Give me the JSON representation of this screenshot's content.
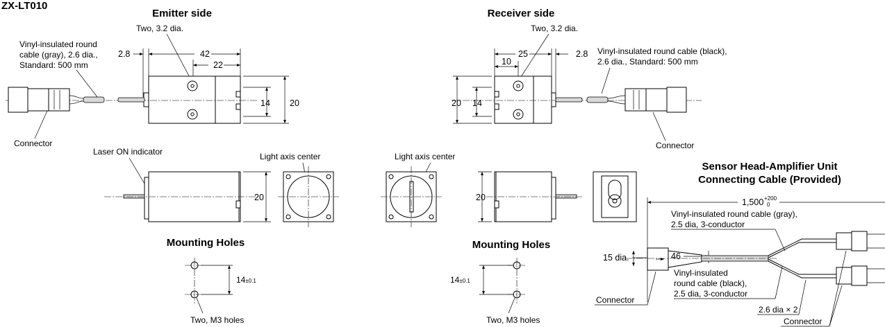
{
  "model": "ZX-LT010",
  "emitter": {
    "heading": "Emitter side",
    "holes_label": "Two, 3.2 dia.",
    "cable_label": [
      "Vinyl-insulated round",
      "cable (gray), 2.6 dia.,",
      "Standard: 500 mm"
    ],
    "connector": "Connector",
    "dim_28": "2.8",
    "dim_42": "42",
    "dim_22": "22",
    "dim_14": "14",
    "dim_20": "20",
    "laser_label": "Laser ON indicator",
    "axis_label": "Light axis center",
    "side_dim_20": "20",
    "mount_heading": "Mounting Holes",
    "mount_dim": "14",
    "mount_tol": "±0.1",
    "mount_holes": "Two, M3 holes"
  },
  "receiver": {
    "heading": "Receiver side",
    "holes_label": "Two, 3.2 dia.",
    "cable_label": [
      "Vinyl-insulated round cable (black),",
      "2.6 dia., Standard: 500 mm"
    ],
    "connector": "Connector",
    "dim_25": "25",
    "dim_10": "10",
    "dim_28": "2.8",
    "dim_20": "20",
    "dim_14": "14",
    "axis_label": "Light axis center",
    "side_dim_20": "20",
    "mount_heading": "Mounting Holes",
    "mount_dim": "14",
    "mount_tol": "±0.1",
    "mount_holes": "Two, M3 holes"
  },
  "cable": {
    "heading": [
      "Sensor Head-Amplifier Unit",
      "Connecting Cable (Provided)"
    ],
    "length": "1,500",
    "tol_plus": "+200",
    "tol_minus": "0",
    "gray_label": [
      "Vinyl-insulated round cable (gray),",
      "2.5 dia, 3-conductor"
    ],
    "dim_46": "46",
    "dia_15": "15 dia.",
    "black_label": [
      "Vinyl-insulated",
      "round cable (black),",
      "2.5 dia, 3-conductor"
    ],
    "connector_left": "Connector",
    "dia_x2": "2.6 dia × 2",
    "connector_right": "Connector"
  }
}
